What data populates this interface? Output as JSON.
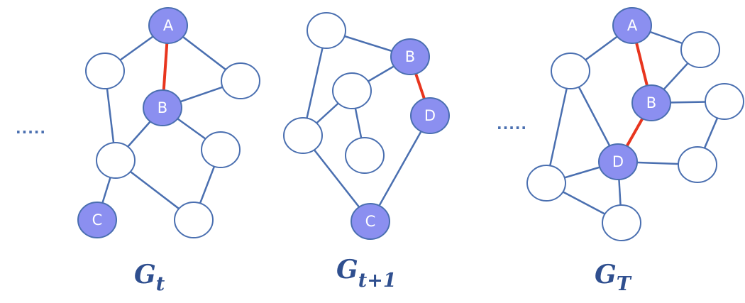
{
  "colors": {
    "edge": "#4a6fb0",
    "highlight_edge": "#e8351e",
    "labeled_node_fill": "#8b8ff0",
    "plain_node_fill": "#ffffff",
    "title": "#2f4f8f"
  },
  "ellipsis": ".....",
  "graphs": [
    {
      "id": "gt",
      "title_base": "G",
      "title_sub": "t",
      "nodes": [
        {
          "id": "A",
          "label": "A"
        },
        {
          "id": "n1",
          "label": ""
        },
        {
          "id": "n2",
          "label": ""
        },
        {
          "id": "B",
          "label": "B"
        },
        {
          "id": "n3",
          "label": ""
        },
        {
          "id": "n4",
          "label": ""
        },
        {
          "id": "C",
          "label": "C"
        },
        {
          "id": "n5",
          "label": ""
        }
      ],
      "edges": [
        {
          "from": "A",
          "to": "n1"
        },
        {
          "from": "A",
          "to": "B",
          "highlight": true
        },
        {
          "from": "A",
          "to": "n2"
        },
        {
          "from": "n2",
          "to": "B"
        },
        {
          "from": "n1",
          "to": "n3"
        },
        {
          "from": "B",
          "to": "n3"
        },
        {
          "from": "B",
          "to": "n4"
        },
        {
          "from": "n3",
          "to": "C"
        },
        {
          "from": "n3",
          "to": "n5"
        },
        {
          "from": "n4",
          "to": "n5"
        }
      ]
    },
    {
      "id": "gt1",
      "title_base": "G",
      "title_sub": "t+1",
      "nodes": [
        {
          "id": "m1",
          "label": ""
        },
        {
          "id": "B",
          "label": "B"
        },
        {
          "id": "m2",
          "label": ""
        },
        {
          "id": "D",
          "label": "D"
        },
        {
          "id": "m3",
          "label": ""
        },
        {
          "id": "m4",
          "label": ""
        },
        {
          "id": "C",
          "label": "C"
        }
      ],
      "edges": [
        {
          "from": "m1",
          "to": "B"
        },
        {
          "from": "m1",
          "to": "m3"
        },
        {
          "from": "B",
          "to": "m2"
        },
        {
          "from": "B",
          "to": "D",
          "highlight": true
        },
        {
          "from": "m2",
          "to": "m3"
        },
        {
          "from": "m2",
          "to": "m4"
        },
        {
          "from": "m3",
          "to": "C"
        },
        {
          "from": "D",
          "to": "C"
        }
      ]
    },
    {
      "id": "gT",
      "title_base": "G",
      "title_sub": "T",
      "nodes": [
        {
          "id": "A",
          "label": "A"
        },
        {
          "id": "p1",
          "label": ""
        },
        {
          "id": "p2",
          "label": ""
        },
        {
          "id": "B",
          "label": "B"
        },
        {
          "id": "p3",
          "label": ""
        },
        {
          "id": "D",
          "label": "D"
        },
        {
          "id": "p4",
          "label": ""
        },
        {
          "id": "p5",
          "label": ""
        },
        {
          "id": "p6",
          "label": ""
        }
      ],
      "edges": [
        {
          "from": "A",
          "to": "p1"
        },
        {
          "from": "A",
          "to": "p2"
        },
        {
          "from": "A",
          "to": "B",
          "highlight": true
        },
        {
          "from": "p2",
          "to": "B"
        },
        {
          "from": "B",
          "to": "p3"
        },
        {
          "from": "B",
          "to": "D",
          "highlight": true
        },
        {
          "from": "p1",
          "to": "D"
        },
        {
          "from": "p1",
          "to": "p5"
        },
        {
          "from": "D",
          "to": "p4"
        },
        {
          "from": "p3",
          "to": "p4"
        },
        {
          "from": "D",
          "to": "p5"
        },
        {
          "from": "D",
          "to": "p6"
        },
        {
          "from": "p5",
          "to": "p6"
        }
      ]
    }
  ]
}
